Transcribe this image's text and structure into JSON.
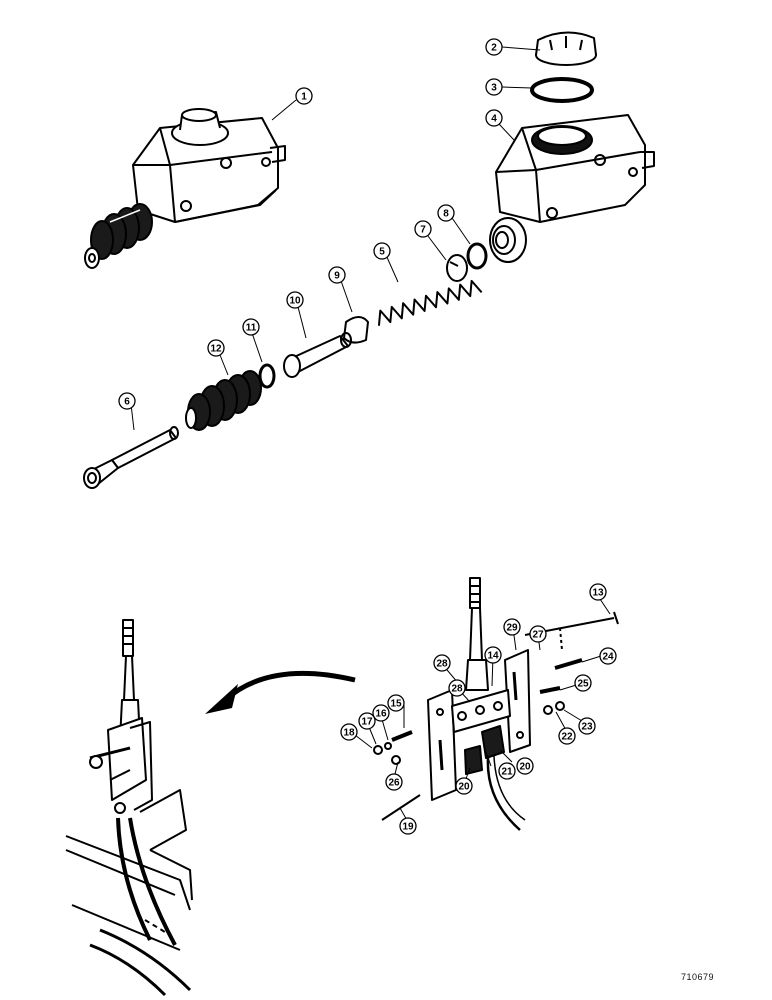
{
  "figure": {
    "drawing_number": "710679",
    "callouts": [
      "1",
      "2",
      "3",
      "4",
      "5",
      "6",
      "7",
      "8",
      "9",
      "10",
      "11",
      "12",
      "13",
      "14",
      "15",
      "16",
      "17",
      "18",
      "19",
      "20",
      "20",
      "21",
      "22",
      "23",
      "24",
      "25",
      "26",
      "27",
      "28",
      "28",
      "29"
    ]
  },
  "colors": {
    "line": "#000000",
    "paper": "#ffffff",
    "shade": "#1a1a1a"
  }
}
